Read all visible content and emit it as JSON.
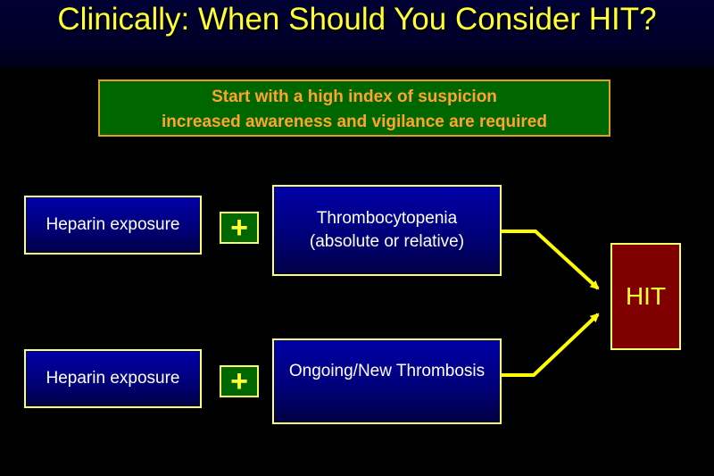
{
  "title": "Clinically: When Should You Consider HIT?",
  "banner": {
    "line1": "Start with a high index of suspicion",
    "line2": "increased awareness and vigilance are required"
  },
  "row1": {
    "exposure": "Heparin exposure",
    "plus": "+",
    "condition_line1": "Thrombocytopenia",
    "condition_line2": "(absolute or relative)"
  },
  "row2": {
    "exposure": "Heparin exposure",
    "plus": "+",
    "condition": "Ongoing/New Thrombosis"
  },
  "result": "HIT",
  "colors": {
    "background": "#000000",
    "title": "#ffff33",
    "banner_fill": "#006600",
    "banner_text": "#ffa52a",
    "box_fill": "#00007a",
    "box_border": "#ffff66",
    "result_fill": "#800000",
    "arrow": "#ffff00"
  }
}
